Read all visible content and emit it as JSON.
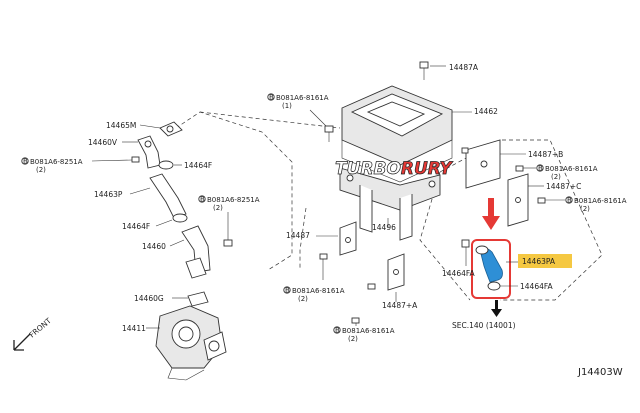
{
  "diagram_code": "J14403W",
  "brand": {
    "part1": "TURBO",
    "part2": "RURY"
  },
  "front_label": "FRONT",
  "labels": {
    "p14487a": "14487A",
    "p14462": "14462",
    "p14487b": "14487+B",
    "p14487c": "14487+C",
    "p14465m": "14465M",
    "p14460v": "14460V",
    "p14464f_top": "14464F",
    "p14463p": "14463P",
    "p14464f_mid": "14464F",
    "p14460": "14460",
    "p14460g": "14460G",
    "p14411": "14411",
    "p14487": "14487",
    "p14496": "14496",
    "p14487_a": "14487+A",
    "p14464fa_left": "14464FA",
    "p14463pa": "14463PA",
    "p14464fa_right": "14464FA",
    "sec140": "SEC.140 (14001)"
  },
  "bolts": {
    "b1": {
      "code": "B081A6-8161A",
      "qty": "(1)"
    },
    "b2": {
      "code": "B081A6-8251A",
      "qty": "(2)"
    },
    "b3": {
      "code": "B081A6-8251A",
      "qty": "(2)"
    },
    "b4": {
      "code": "B081A6-8161A",
      "qty": "(2)"
    },
    "b5": {
      "code": "B081A6-8161A",
      "qty": "(2)"
    },
    "b6": {
      "code": "B081A6-8161A",
      "qty": "(2)"
    },
    "b7": {
      "code": "B081A6-8161A",
      "qty": "(2)"
    }
  },
  "colors": {
    "highlight_box": "#e53935",
    "highlight_hose": "#2e8fd6",
    "highlight_label_bg": "#f5c842",
    "arrow": "#e53935",
    "brand_white": "#ffffff",
    "brand_red": "#e53935"
  }
}
